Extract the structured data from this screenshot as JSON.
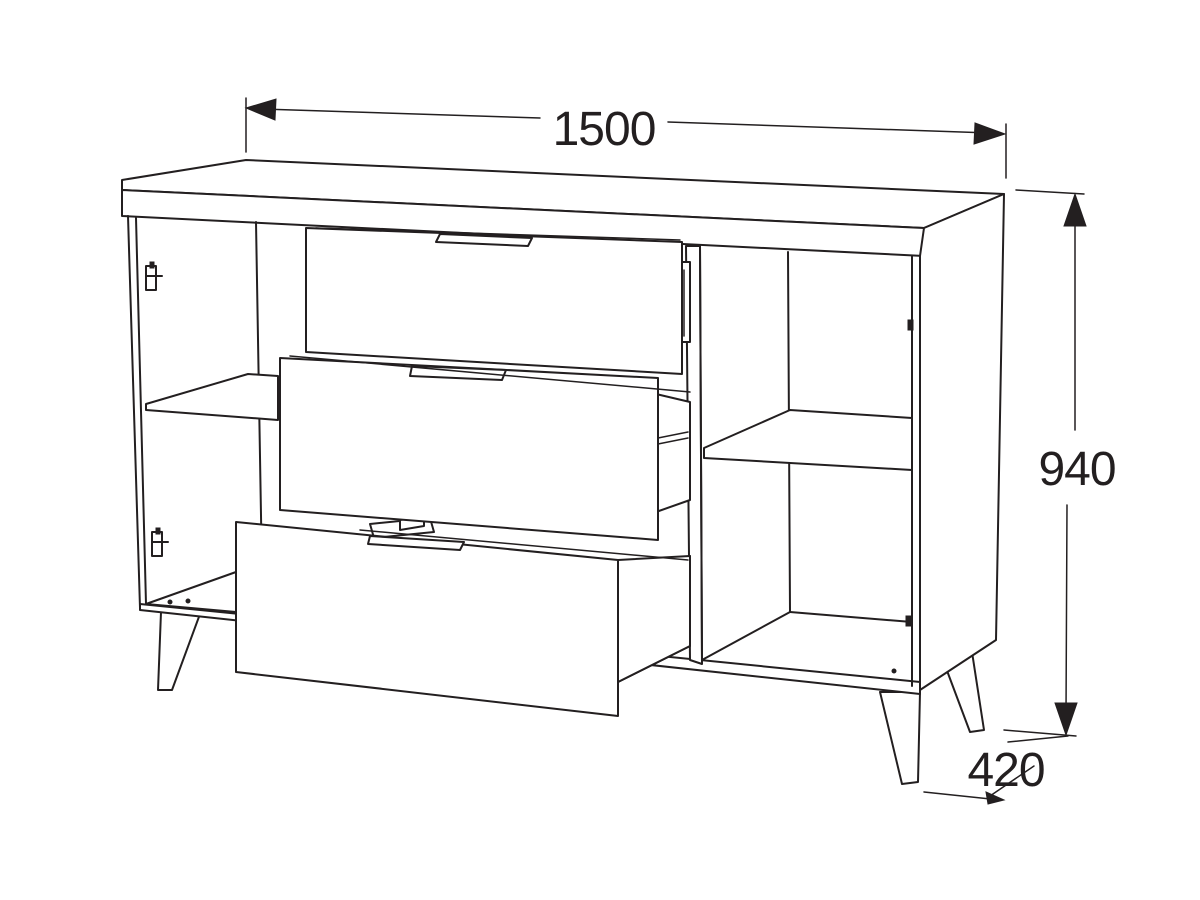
{
  "dimensions": {
    "width": "1500",
    "height": "940",
    "depth": "420"
  },
  "colors": {
    "line": "#231f20",
    "background": "#ffffff"
  }
}
